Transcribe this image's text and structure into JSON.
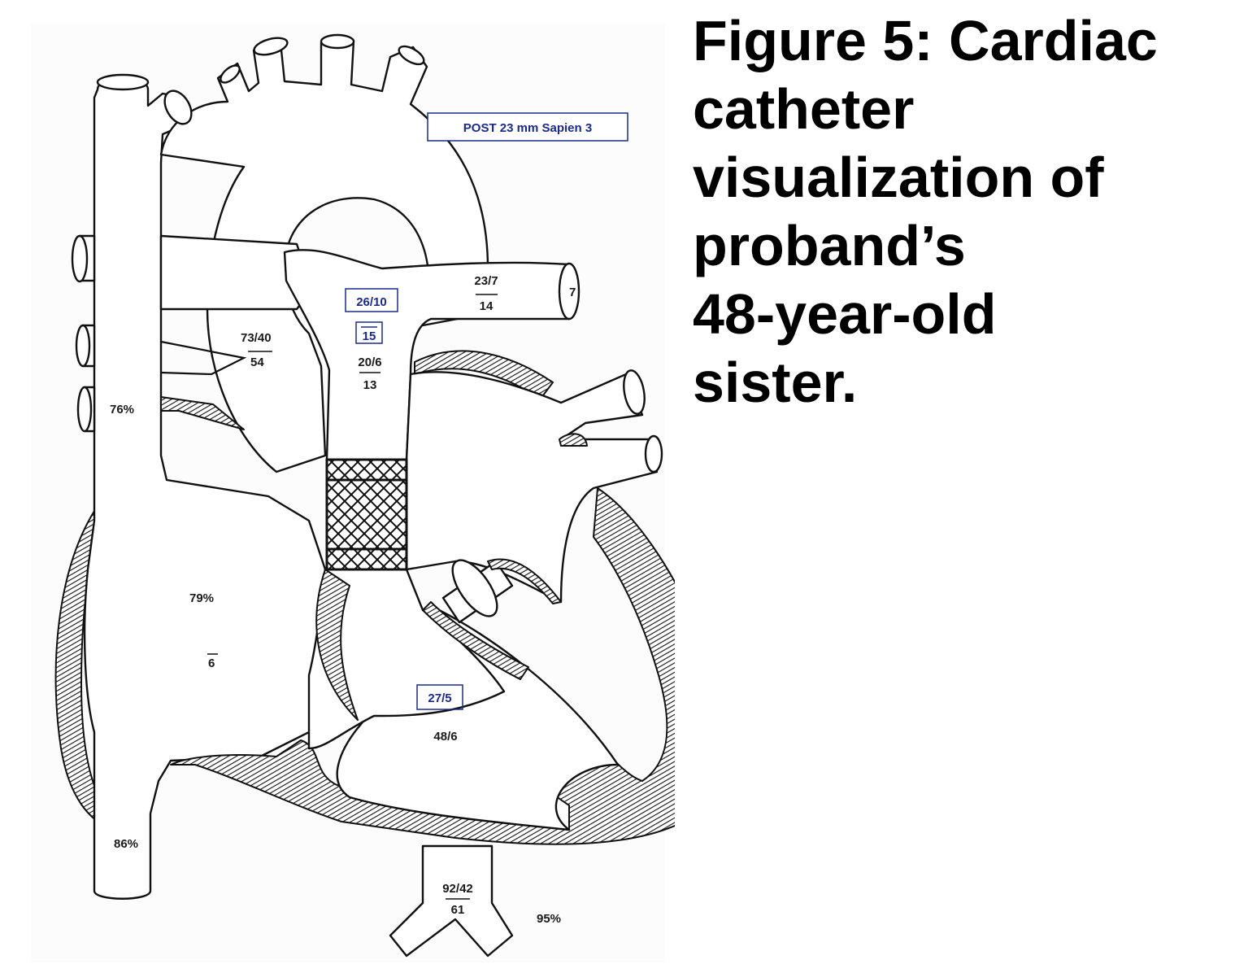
{
  "caption": {
    "lines": [
      "Figure 5: Cardiac",
      "catheter",
      "visualization of",
      "proband’s",
      "48-year-old",
      "sister."
    ]
  },
  "diagram": {
    "post_label": "POST 23 mm Sapien 3",
    "labels": {
      "svc_sat": "76%",
      "ra_sat": "79%",
      "ra_mean": "6",
      "ivc_sat": "86%",
      "aorta_pressure": "73/40",
      "aorta_mean": "54",
      "pa_pressure_boxed": "26/10",
      "pa_mean_boxed": "15",
      "mpa_pressure": "20/6",
      "mpa_mean": "13",
      "lpa_pressure": "23/7",
      "lpa_mean": "14",
      "lpa_edge": "7",
      "rv_pressure_boxed": "27/5",
      "rv_pressure": "48/6",
      "lv_pressure": "92/42",
      "lv_mean": "61",
      "lv_sat": "95%"
    },
    "colors": {
      "boxed_label": "#1a2a8a",
      "outline": "#111111"
    }
  }
}
